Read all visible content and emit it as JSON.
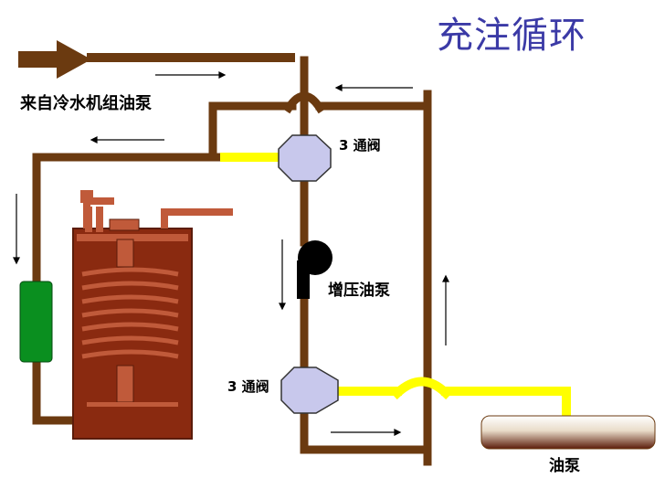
{
  "title": "充注循环",
  "labels": {
    "source": "来自冷水机组油泵",
    "valve_top": "3 通阀",
    "booster_pump": "增压油泵",
    "valve_bottom": "3 通阀",
    "oil_tank": "油泵"
  },
  "colors": {
    "pipe": "#6b3a10",
    "oil_line": "#ffff00",
    "valve_fill": "#c8c8ec",
    "valve_stroke": "#333333",
    "filter": "#0a8f1f",
    "title": "#3b3aa6",
    "tank_body": "#8a2a10",
    "tank_coil": "#c05a3a"
  },
  "icons": {
    "main_arrow": "big-right-arrow-icon",
    "flow_arrow": "thin-arrow-icon",
    "valve": "octagon-valve-icon",
    "pump": "pump-icon"
  }
}
